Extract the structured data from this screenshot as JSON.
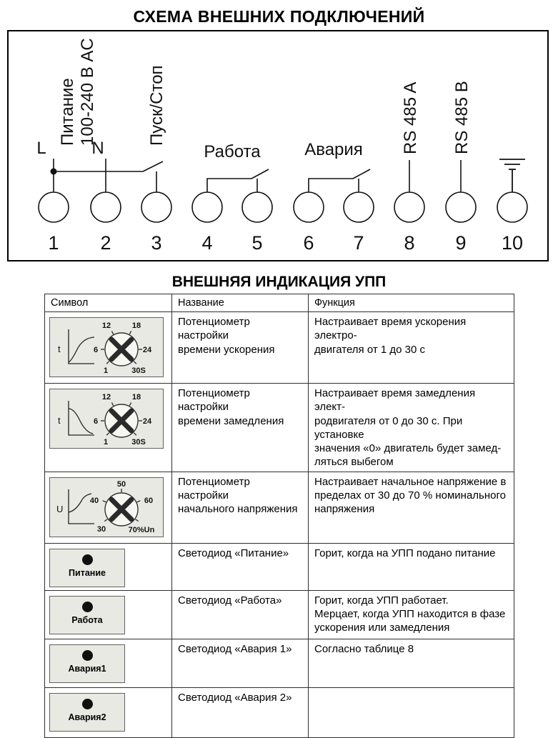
{
  "page": {
    "title1": "СХЕМА ВНЕШНИХ ПОДКЛЮЧЕНИЙ",
    "title2": "ВНЕШНЯЯ ИНДИКАЦИЯ УПП"
  },
  "colors": {
    "line": "#111111",
    "icon_background": "#e9e9e3",
    "led_dot": "#101010"
  },
  "diagram": {
    "labels": {
      "l": "L",
      "n": "N",
      "power_line1": "Питание",
      "power_line2": "100-240 В AC",
      "start_stop": "Пуск/Стоп",
      "run": "Работа",
      "fault": "Авария",
      "rs485a": "RS 485 A",
      "rs485b": "RS 485 B"
    },
    "terminals": [
      "1",
      "2",
      "3",
      "4",
      "5",
      "6",
      "7",
      "8",
      "9",
      "10"
    ]
  },
  "table": {
    "headers": [
      "Символ",
      "Название",
      "Функция"
    ],
    "rows": [
      {
        "name": "Потенциометр настройки\nвремени ускорения",
        "func": "Настраивает время ускорения электро-\nдвигателя от 1 до 30 с"
      },
      {
        "name": "Потенциометр настройки\nвремени замедления",
        "func": "Настраивает время замедления элект-\nродвигателя от 0 до 30 с. При установке\nзначения «0» двигатель будет замед-\nляться выбегом"
      },
      {
        "name": "Потенциометр настройки\nначального напряжения",
        "func": "Настраивает начальное напряжение в\nпределах от 30 до 70 % номинального\nнапряжения"
      },
      {
        "name": "Светодиод «Питание»",
        "func": "Горит, когда на УПП подано питание"
      },
      {
        "name": "Светодиод «Работа»",
        "func": "Горит, когда УПП работает.\nМерцает, когда УПП находится в фазе\nускорения или замедления"
      },
      {
        "name": "Светодиод «Авария 1»",
        "func": "Согласно таблице 8"
      },
      {
        "name": "Светодиод «Авария 2»",
        "func": ""
      }
    ]
  },
  "icons": {
    "dial_time": {
      "axis": "t",
      "ticks": [
        "12",
        "18",
        "6",
        "24",
        "1",
        "30S"
      ]
    },
    "dial_voltage": {
      "axis": "U",
      "ticks": [
        "50",
        "40",
        "60",
        "30",
        "70%Un"
      ]
    },
    "leds": [
      {
        "label": "Питание"
      },
      {
        "label": "Работа"
      },
      {
        "label": "Авария1"
      },
      {
        "label": "Авария2"
      }
    ]
  }
}
